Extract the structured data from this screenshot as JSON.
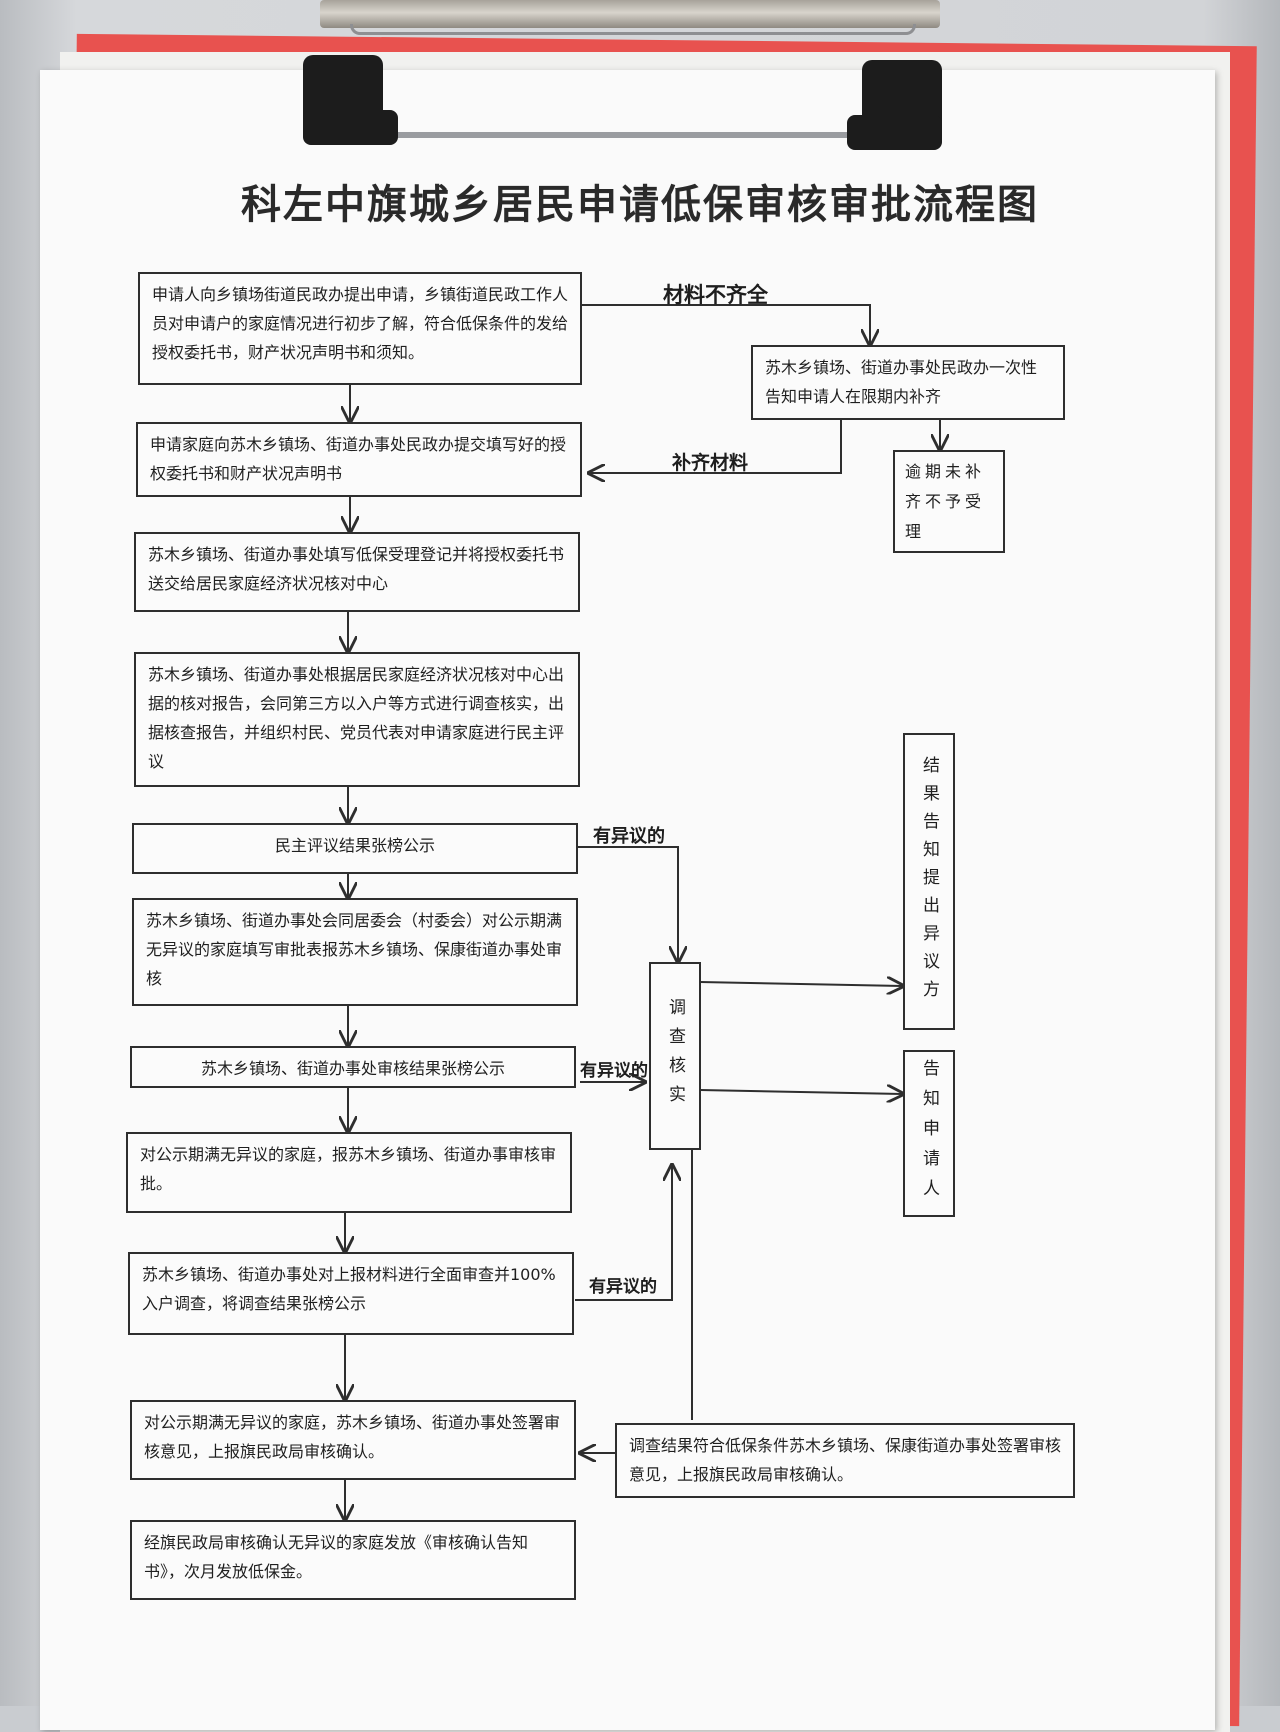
{
  "title": "科左中旗城乡居民申请低保审核审批流程图",
  "steps": {
    "s1": "申请人向乡镇场街道民政办提出申请，乡镇街道民政工作人员对申请户的家庭情况进行初步了解，符合低保条件的发给授权委托书，财产状况声明书和须知。",
    "s2": "申请家庭向苏木乡镇场、街道办事处民政办提交填写好的授权委托书和财产状况声明书",
    "s3": "苏木乡镇场、街道办事处填写低保受理登记并将授权委托书送交给居民家庭经济状况核对中心",
    "s4": "苏木乡镇场、街道办事处根据居民家庭经济状况核对中心出据的核对报告，会同第三方以入户等方式进行调查核实，出据核查报告，并组织村民、党员代表对申请家庭进行民主评议",
    "s5": "民主评议结果张榜公示",
    "s6": "苏木乡镇场、街道办事处会同居委会（村委会）对公示期满无异议的家庭填写审批表报苏木乡镇场、保康街道办事处审核",
    "s7": "苏木乡镇场、街道办事处审核结果张榜公示",
    "s8": "对公示期满无异议的家庭，报苏木乡镇场、街道办事审核审批。",
    "s9": "苏木乡镇场、街道办事处对上报材料进行全面审查并100%入户调查，将调查结果张榜公示",
    "s10": "对公示期满无异议的家庭，苏木乡镇场、街道办事处签署审核意见，上报旗民政局审核确认。",
    "s11": "经旗民政局审核确认无异议的家庭发放《审核确认告知书》，次月发放低保金。"
  },
  "side": {
    "notify": "苏木乡镇场、街道办事处民政办一次性告知申请人在限期内补齐",
    "overdue": "逾期未补齐不予受理",
    "investigate": "调查核实",
    "result_objector": "结果告知提出异议方",
    "notify_applicant": "告知申请人",
    "qualified": "调查结果符合低保条件苏木乡镇场、保康街道办事处签署审核意见，上报旗民政局审核确认。"
  },
  "labels": {
    "incomplete": "材料不齐全",
    "supplement": "补齐材料",
    "objection1": "有异议的",
    "objection2": "有异议的",
    "objection3": "有异议的"
  }
}
